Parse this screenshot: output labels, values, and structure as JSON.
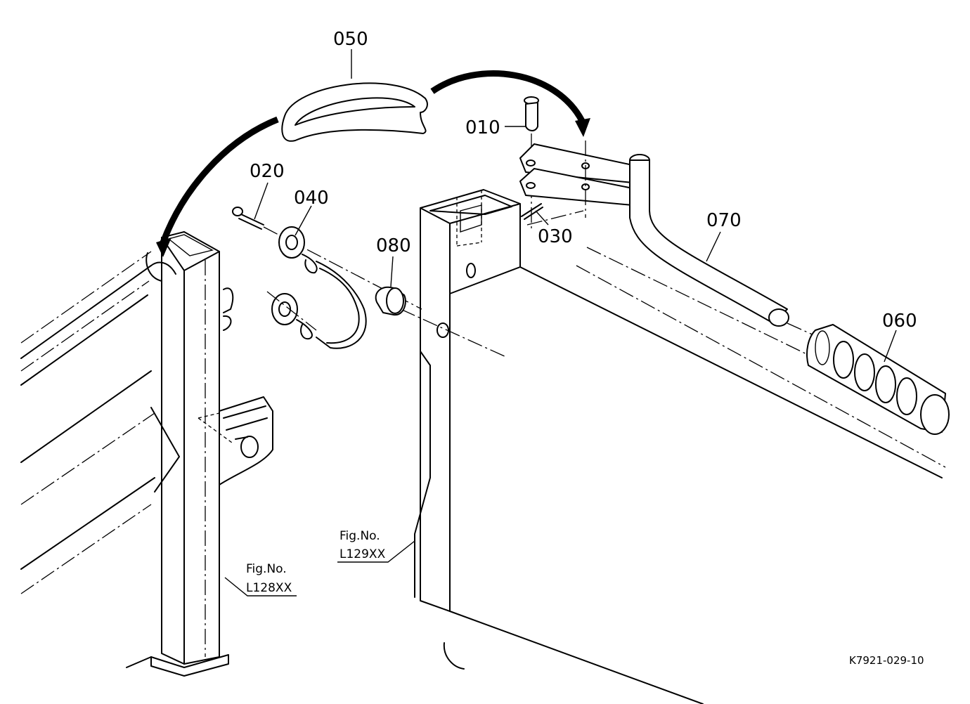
{
  "callouts": {
    "p010": "010",
    "p020": "020",
    "p030": "030",
    "p040": "040",
    "p050": "050",
    "p060": "060",
    "p070": "070",
    "p080": "080"
  },
  "fig_refs": {
    "left": {
      "line1": "Fig.No.",
      "line2": "L128XX"
    },
    "right": {
      "line1": "Fig.No.",
      "line2": "L129XX"
    }
  },
  "drawing_code": "K7921-029-10"
}
